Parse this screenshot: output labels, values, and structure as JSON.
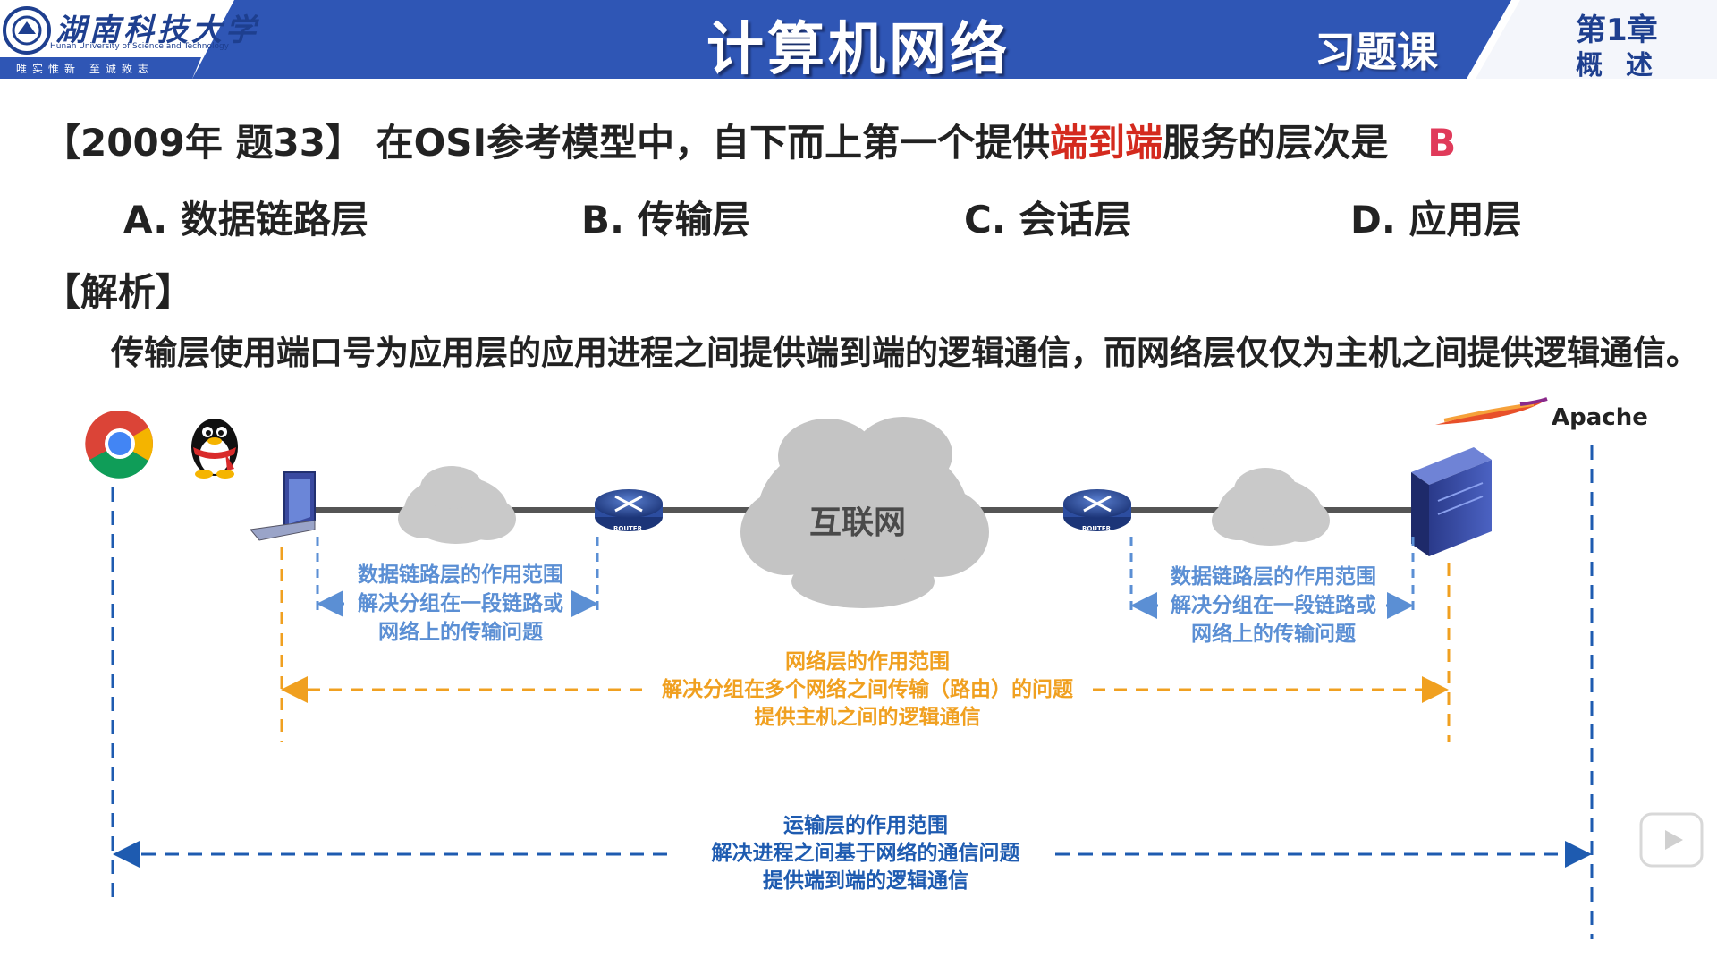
{
  "header": {
    "university_cn": "湖南科技大学",
    "university_en": "Hunan University of Science and Technology",
    "motto": "唯实惟新  至诚致志",
    "title": "计算机网络",
    "lesson": "习题课",
    "chapter": "第1章",
    "chapter_sub": "概述"
  },
  "question": {
    "prefix": "【2009年 题33】 在OSI参考模型中，自下而上第一个提供",
    "highlight": "端到端",
    "suffix": "服务的层次是",
    "answer": "B"
  },
  "options": [
    "A. 数据链路层",
    "B. 传输层",
    "C. 会话层",
    "D. 应用层"
  ],
  "analysis": {
    "title": "【解析】",
    "text": "传输层使用端口号为应用层的应用进程之间提供端到端的逻辑通信，而网络层仅仅为主机之间提供逻辑通信。"
  },
  "diagram": {
    "internet_label": "互联网",
    "router_label": "ROUTER",
    "apache_label": "Apache",
    "datalink_scope": [
      "数据链路层的作用范围",
      "解决分组在一段链路或",
      "网络上的传输问题"
    ],
    "network_scope": [
      "网络层的作用范围",
      "解决分组在多个网络之间传输（路由）的问题",
      "提供主机之间的逻辑通信"
    ],
    "transport_scope": [
      "运输层的作用范围",
      "解决进程之间基于网络的通信问题",
      "提供端到端的逻辑通信"
    ]
  },
  "colors": {
    "banner_blue": "#2f56b5",
    "datalink_color": "#5b8fd4",
    "network_color": "#f0a020",
    "transport_color": "#1e5bb0",
    "highlight_red": "#d42a1e"
  }
}
